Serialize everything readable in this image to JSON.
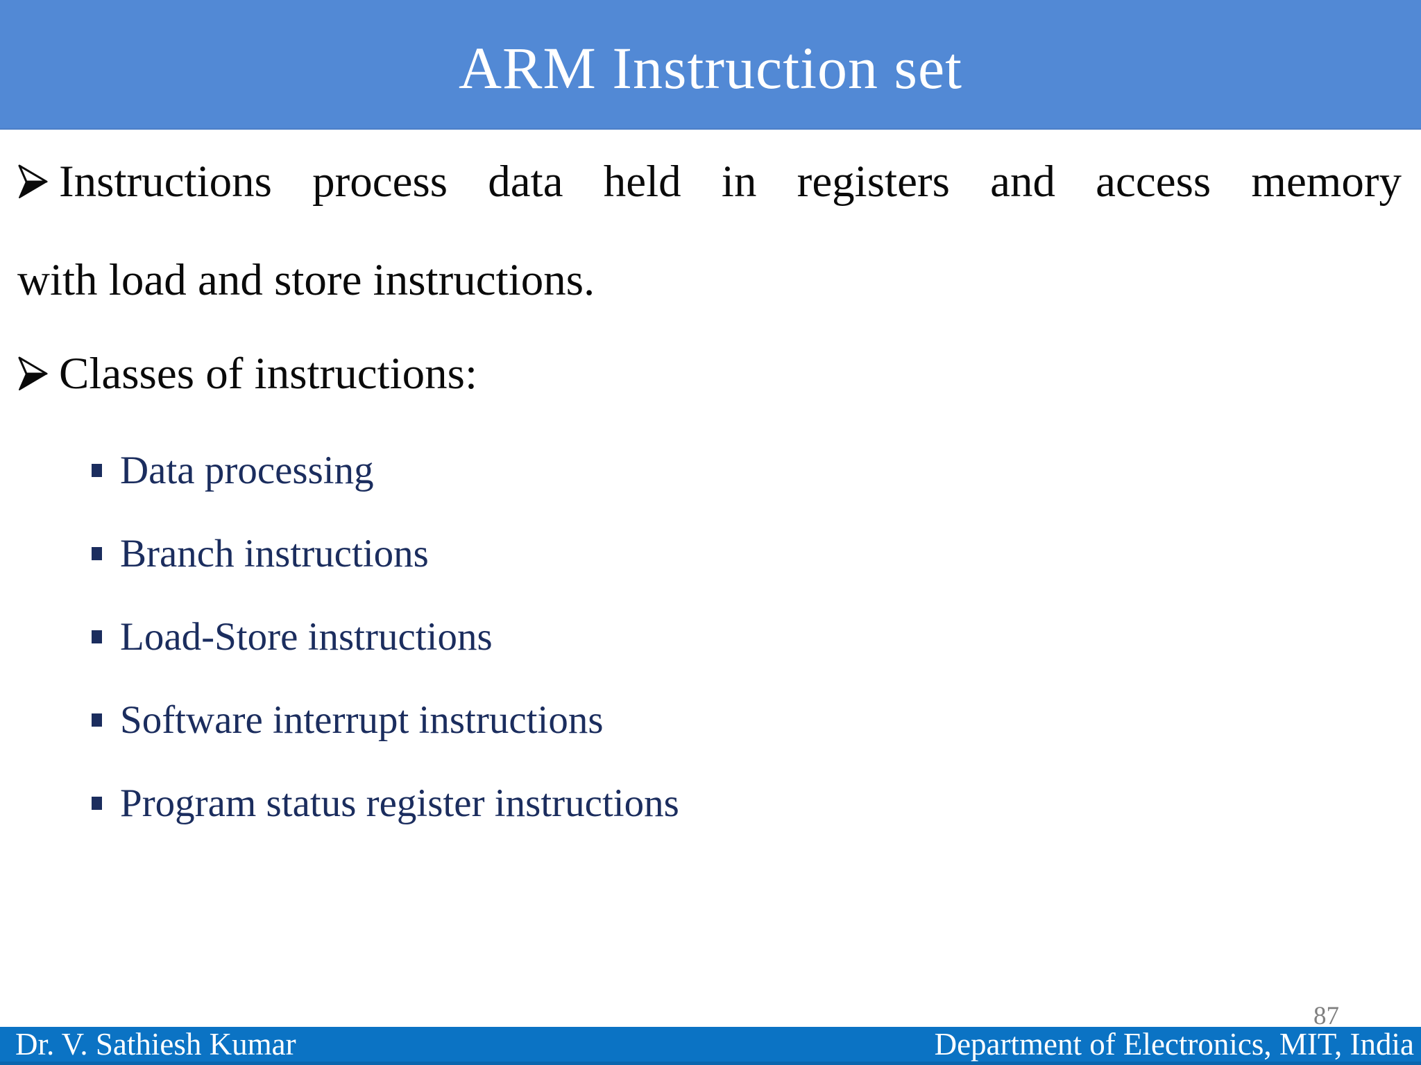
{
  "slide": {
    "title": "ARM Instruction set",
    "bullet1": {
      "line1": "Instructions process data held in registers and access memory",
      "line2": "with load and store instructions."
    },
    "bullet2": "Classes of instructions:",
    "sub_bullets": [
      "Data processing",
      "Branch instructions",
      "Load-Store instructions",
      "Software interrupt instructions",
      "Program status register instructions"
    ],
    "page_number": "87",
    "footer": {
      "left": "Dr. V. Sathiesh Kumar",
      "right": "Department of Electronics, MIT, India"
    },
    "colors": {
      "title_bar_blue": "#5289d5",
      "footer_bar_blue": "#0b73c4",
      "sub_bullet_navy": "#1b2d5e",
      "body_text": "#0a0a0a",
      "page_number_gray": "#7f7f7f",
      "title_text": "#ffffff"
    }
  }
}
